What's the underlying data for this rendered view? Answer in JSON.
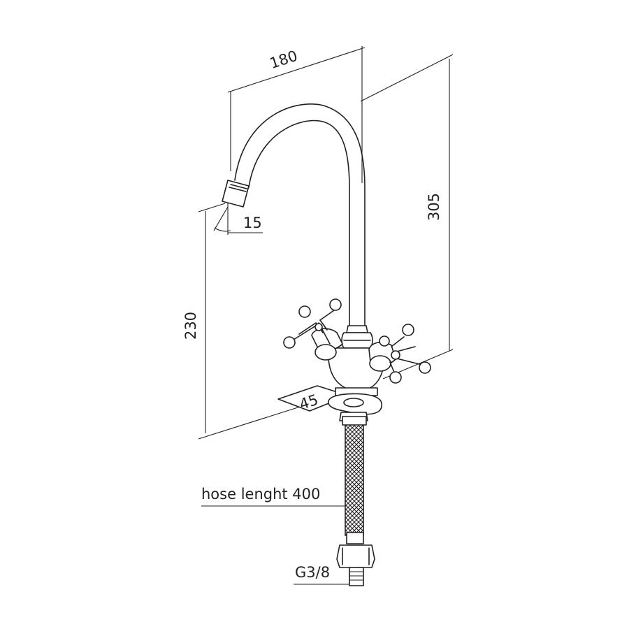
{
  "dimensions": {
    "spout_reach": "180",
    "total_height": "305",
    "outlet_height": "230",
    "outlet_angle": "15",
    "base_angle": "45"
  },
  "labels": {
    "hose": "hose lenght 400",
    "thread": "G3/8"
  },
  "colors": {
    "line": "#231f20",
    "background": "#ffffff"
  }
}
